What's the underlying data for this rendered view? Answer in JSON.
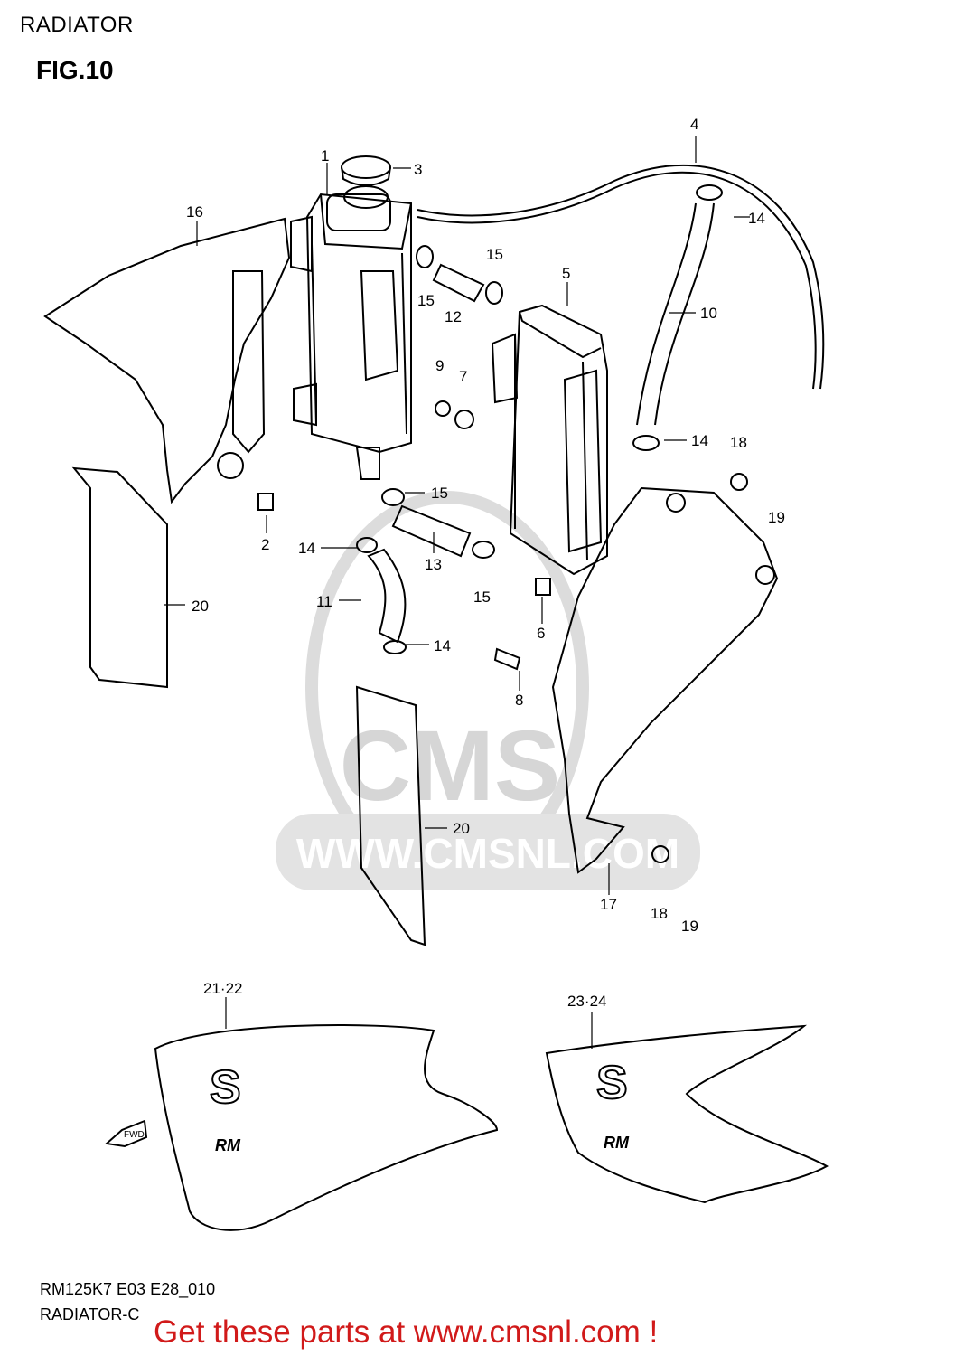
{
  "header": {
    "title": "RADIATOR",
    "figure": "FIG.10"
  },
  "footer": {
    "code": "RM125K7 E03 E28_010",
    "subtitle": "RADIATOR-C",
    "promo": "Get these parts at www.cmsnl.com !"
  },
  "watermark": {
    "brand": "CMS",
    "url": "WWW.CMSNL.COM"
  },
  "decals": {
    "logo": "S",
    "model": "RM",
    "direction": "FWD"
  },
  "callouts": [
    "1",
    "2",
    "3",
    "4",
    "5",
    "6",
    "7",
    "8",
    "9",
    "10",
    "11",
    "12",
    "13",
    "14",
    "15",
    "16",
    "17",
    "18",
    "19",
    "20",
    "21·22",
    "23·24"
  ],
  "colors": {
    "line": "#000000",
    "watermark": "#d8d8d8",
    "promo": "#d11a1a"
  }
}
